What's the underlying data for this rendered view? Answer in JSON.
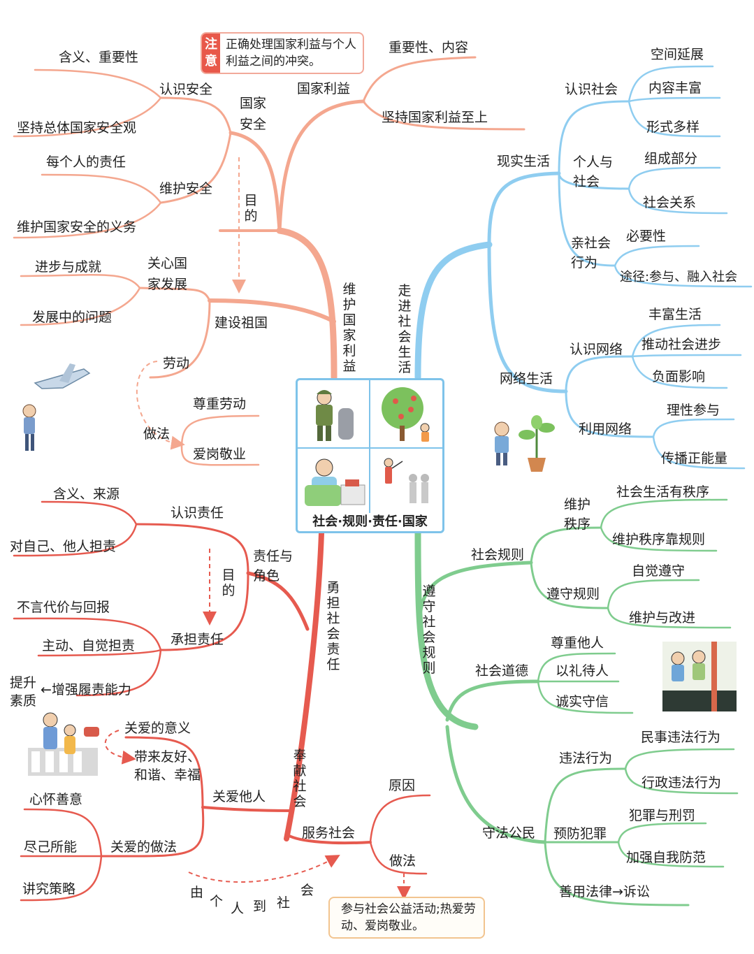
{
  "center": {
    "title": "社会·规则·责任·国家"
  },
  "colors": {
    "orange": "#f4a78f",
    "red": "#e65a4f",
    "blue": "#8fcdf0",
    "green": "#7fcc8e",
    "note_tag": "#e8584a"
  },
  "note": {
    "tag": "注意",
    "text": "正确处理国家利益与个人利益之间的冲突。"
  },
  "branch_weihu": {
    "title": "维护国家利益",
    "guojia_anquan": "国家安全",
    "renshi_anquan": "认识安全",
    "hanyi_zhongyao": "含义、重要性",
    "zongti_guan": "坚持总体国家安全观",
    "weihu_anquan": "维护安全",
    "geren_zeren": "每个人的责任",
    "yiwu": "维护国家安全的义务",
    "mudi": "目的",
    "guojia_liyi": "国家利益",
    "zhongyao_neirong": "重要性、内容",
    "liyi_zhishang": "坚持国家利益至上",
    "jianshe_zuguo": "建设祖国",
    "guanxin": "关心国家发展",
    "jinbu": "进步与成就",
    "wenti": "发展中的问题",
    "laodong": "劳动",
    "zuofa": "做法",
    "zunzhong_laodong": "尊重劳动",
    "aigang": "爱岗敬业"
  },
  "branch_zoujin": {
    "title": "走进社会生活",
    "xianshi": "现实生活",
    "renshi_shehui": "认识社会",
    "kongjian": "空间延展",
    "neirong": "内容丰富",
    "xingshi": "形式多样",
    "geren_shehui": "个人与社会",
    "zucheng": "组成部分",
    "guanxi": "社会关系",
    "qin_shehui": "亲社会行为",
    "biyao": "必要性",
    "tujing": "途径:参与、融入社会",
    "wangluo": "网络生活",
    "renshi_wangluo": "认识网络",
    "fengfu": "丰富生活",
    "tuidong": "推动社会进步",
    "fumian": "负面影响",
    "liyong": "利用网络",
    "lixing": "理性参与",
    "chuanbo": "传播正能量"
  },
  "branch_zeren": {
    "title": "勇担社会责任",
    "zeren_jiaose": "责任与角色",
    "renshi_zeren": "认识责任",
    "hanyi_laiyuan": "含义、来源",
    "dan_ze": "对自己、他人担责",
    "mudi": "目的",
    "chengdan": "承担责任",
    "bu_yan": "不言代价与回报",
    "zhudong": "主动、自觉担责",
    "tisheng": "提升素质",
    "zengqiang": "←增强履责能力",
    "fengxian": "奉献社会",
    "guanai": "关爱他人",
    "yiyi": "关爱的意义",
    "dailai": "带来友好、和谐、幸福",
    "guanai_zuofa": "关爱的做法",
    "shanyi": "心怀善意",
    "suoneng": "尽己所能",
    "celue": "讲究策略",
    "fuwu": "服务社会",
    "yuanyin": "原因",
    "zuofa2": "做法",
    "result": "参与社会公益活动;热爱劳动、爱岗敬业。",
    "path": [
      "由",
      "个",
      "人",
      "到",
      "社",
      "会"
    ]
  },
  "branch_guize": {
    "title": "遵守社会规则",
    "shehui_guize": "社会规则",
    "weihu_zhixu": "维护秩序",
    "youzhixu": "社会生活有秩序",
    "kao_guize": "维护秩序靠规则",
    "zunshou": "遵守规则",
    "zijue": "自觉遵守",
    "gaijin": "维护与改进",
    "daode": "社会道德",
    "zunzhong": "尊重他人",
    "yili": "以礼待人",
    "chengxin": "诚实守信",
    "shoufa": "守法公民",
    "weifa": "违法行为",
    "minshi": "民事违法行为",
    "xingzheng": "行政违法行为",
    "yufang": "预防犯罪",
    "fanzui": "犯罪与刑罚",
    "fangfan": "加强自我防范",
    "shanyong": "善用法律→诉讼"
  }
}
